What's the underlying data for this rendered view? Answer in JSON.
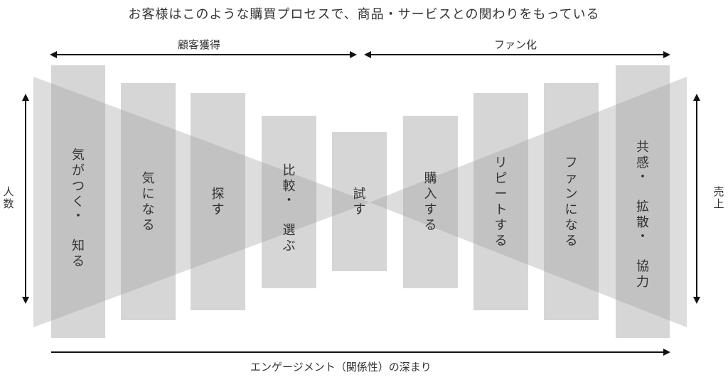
{
  "title": "お客様はこのような購買プロセスで、商品・サービスとの関わりをもっている",
  "phases": {
    "left": "顧客獲得",
    "right": "ファン化"
  },
  "axes": {
    "left": "人数",
    "right": "売上",
    "bottom": "エンゲージメント（関係性）の深まり"
  },
  "stages": [
    "気がつく・知る",
    "気になる",
    "探す",
    "比較・選ぶ",
    "試す",
    "購入する",
    "リピートする",
    "ファンになる",
    "共感・拡散・協力"
  ],
  "colors": {
    "bar": "#d6d6d6",
    "triangle": "#9e9e9e",
    "text": "#333333",
    "arrow": "#111111"
  }
}
